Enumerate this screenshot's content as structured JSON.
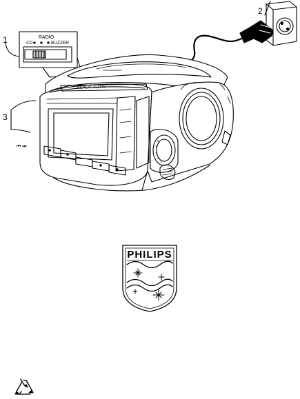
{
  "illustration": {
    "switch_title": "RADIO",
    "switch_left": "CD",
    "switch_right": "BUZZER",
    "repeat_alarm_label": "REPEAT ALARM",
    "prev_next_label": "⏮ ⏭",
    "callout_1": "1",
    "callout_2": "2",
    "callout_3": "3"
  },
  "logo": {
    "brand": "PHILIPS"
  },
  "footer": {
    "recycle_icon": "recycle-icon"
  }
}
